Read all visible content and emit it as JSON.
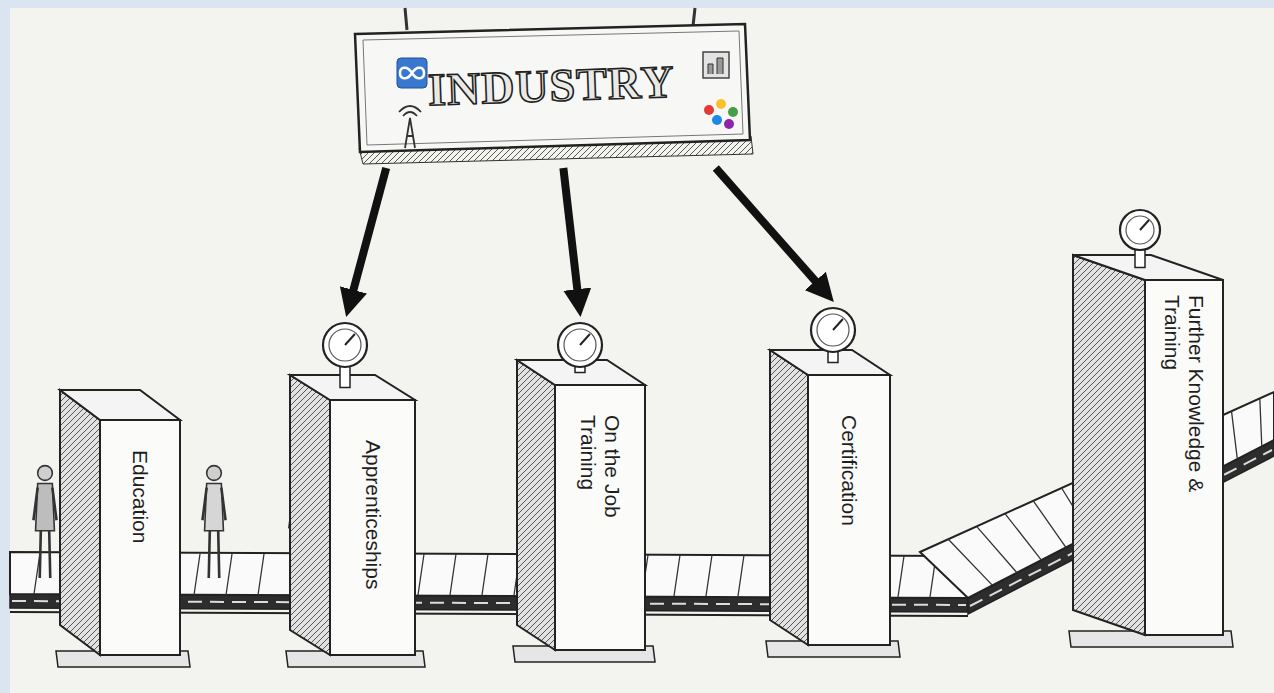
{
  "diagram": {
    "nodes": [
      {
        "text": [
          "INDUSTRY"
        ]
      },
      {
        "text": [
          "Education"
        ]
      },
      {
        "text": [
          "Apprenticeships"
        ]
      },
      {
        "text": [
          "On the Job Training"
        ]
      },
      {
        "text": [
          "Certification"
        ]
      },
      {
        "text": [
          "Further Knowledge & Training"
        ]
      }
    ],
    "edges": [
      {
        "from": 0,
        "to": 2,
        "arrow": "to"
      },
      {
        "from": 0,
        "to": 3,
        "arrow": "to"
      },
      {
        "from": 0,
        "to": 4,
        "arrow": "to"
      }
    ]
  }
}
